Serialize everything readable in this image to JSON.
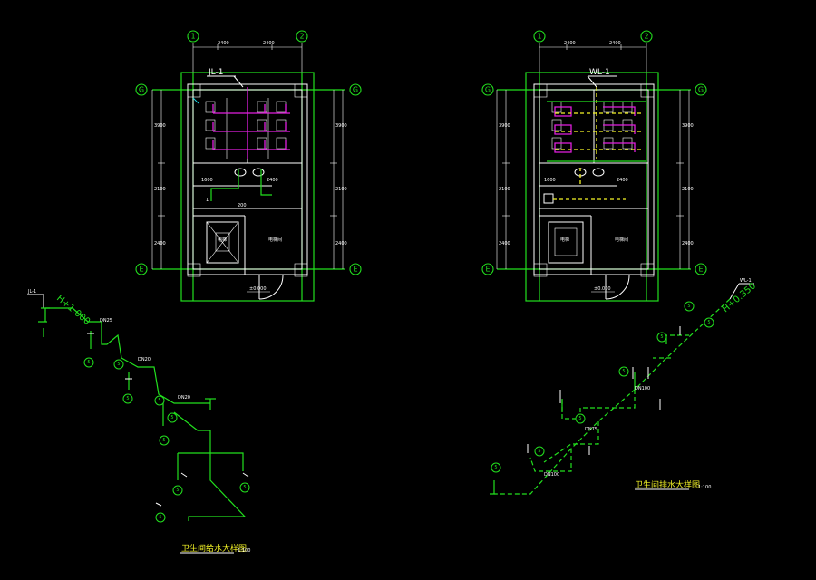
{
  "colors": {
    "background": "#000000",
    "wall": "#ffffff",
    "grid_line": "#22e01e",
    "supply_pipe": "#e21fe0",
    "drain_pipe": "#f5f526",
    "accent": "#19d7e6"
  },
  "plans": [
    {
      "axis_top": [
        "1",
        "2"
      ],
      "axis_side": [
        "G",
        "E"
      ],
      "pipe_tag": "JL-1",
      "room_labels": [
        "电梯",
        "电梯间"
      ]
    },
    {
      "axis_top": [
        "1",
        "2"
      ],
      "axis_side": [
        "G",
        "E"
      ],
      "pipe_tag": "WL-1",
      "room_labels": [
        "电梯",
        "电梯间"
      ]
    }
  ],
  "isometric_supply": {
    "pipe_tag": "JL-1",
    "elevation": "H+1.000",
    "title": "卫生间给水大样图",
    "scale": "1:100"
  },
  "isometric_drain": {
    "pipe_tag": "WL-1",
    "elevation": "H+0.350",
    "title": "卫生间排水大样图",
    "scale": "1:100"
  }
}
